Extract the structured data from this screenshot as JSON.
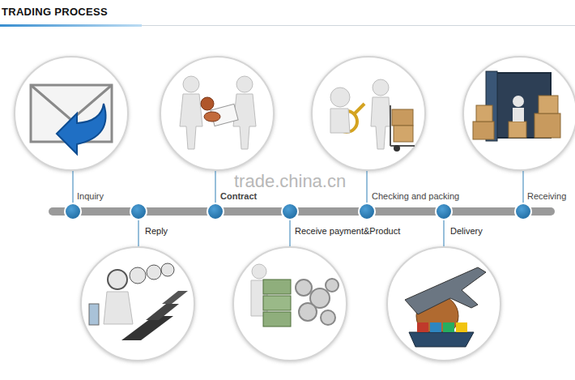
{
  "diagram": {
    "title": "TRADING PROCESS",
    "labels": [
      "Inquiry",
      "Reply",
      "Contract",
      "Receive payment&Product",
      "Checking and packing",
      "Delivery",
      "Receiving",
      "trade.china.cn"
    ]
  }
}
